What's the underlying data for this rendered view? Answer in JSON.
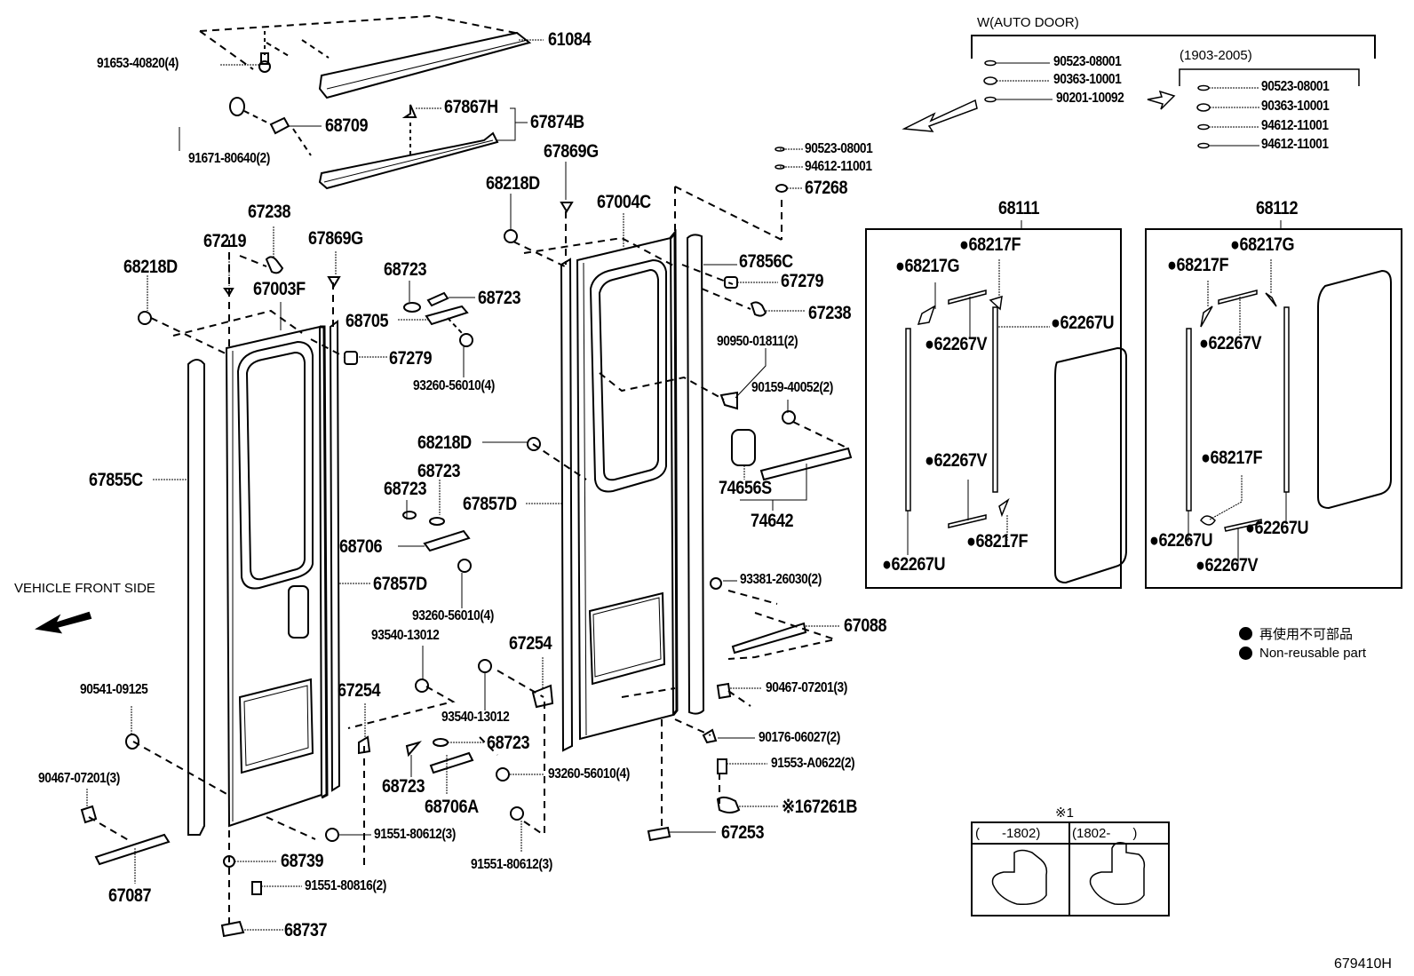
{
  "diagram": {
    "illustration_code": "679410H",
    "vehicle_front_note": "VEHICLE FRONT SIDE",
    "auto_door": {
      "title": "W(AUTO DOOR)",
      "items": [
        "90523-08001",
        "90363-10001",
        "90201-10092"
      ],
      "sub_range": "(1903-2005)",
      "sub_items": [
        "90523-08001",
        "90363-10001",
        "94612-11001",
        "94612-11001"
      ]
    },
    "legend": {
      "jp": "再使用不可部品",
      "en": "Non-reusable part"
    },
    "inset_note": {
      "marker": "※1",
      "col1": "(      -1802)",
      "col2": "(1802-      )"
    },
    "glass_kits": [
      {
        "number": "68111",
        "parts": [
          "●68217F",
          "●68217G",
          "●62267V",
          "●62267U",
          "●62267V",
          "●68217F",
          "●62267U"
        ]
      },
      {
        "number": "68112",
        "parts": [
          "●68217G",
          "●68217F",
          "●62267V",
          "●68217F",
          "●62267U",
          "●62267U",
          "●62267V"
        ]
      }
    ],
    "labels": {
      "p61084": "61084",
      "p91653": "91653-40820(4)",
      "p68709": "68709",
      "p91671": "91671-80640(2)",
      "p67867H": "67867H",
      "p67874B": "67874B",
      "p67869G_a": "67869G",
      "p68218D_a": "68218D",
      "p67004C": "67004C",
      "p67238_a": "67238",
      "p67219": "67219",
      "p67869G_b": "67869G",
      "p68218D_b": "68218D",
      "p67003F": "67003F",
      "p68723_a": "68723",
      "p68723_b": "68723",
      "p68705": "68705",
      "p67279_a": "67279",
      "p93260_a": "93260-56010(4)",
      "p90523_mid": "90523-08001",
      "p94612_mid": "94612-11001",
      "p67268": "67268",
      "p67856C": "67856C",
      "p67279_b": "67279",
      "p67238_b": "67238",
      "p90950": "90950-01811(2)",
      "p90159": "90159-40052(2)",
      "p68218D_c": "68218D",
      "p68723_c": "68723",
      "p68723_d": "68723",
      "p68706": "68706",
      "p67855C": "67855C",
      "p67857D_a": "67857D",
      "p67857D_b": "67857D",
      "p74656S": "74656S",
      "p74642": "74642",
      "p93260_b": "93260-56010(4)",
      "p93540_a": "93540-13012",
      "p67254_a": "67254",
      "p67254_b": "67254",
      "p93540_b": "93540-13012",
      "p93381": "93381-26030(2)",
      "p67088": "67088",
      "p90467_a": "90467-07201(3)",
      "p90541": "90541-09125",
      "p90467_b": "90467-07201(3)",
      "p68723_e": "68723",
      "p68723_f": "68723",
      "p68706A": "68706A",
      "p93260_c": "93260-56010(4)",
      "p90176": "90176-06027(2)",
      "p91553": "91553-A0622(2)",
      "p67261B": "※167261B",
      "p67253": "67253",
      "p91551_a": "91551-80612(3)",
      "p91551_b": "91551-80612(3)",
      "p68739": "68739",
      "p91551_c": "91551-80816(2)",
      "p67087": "67087",
      "p68737": "68737"
    }
  }
}
